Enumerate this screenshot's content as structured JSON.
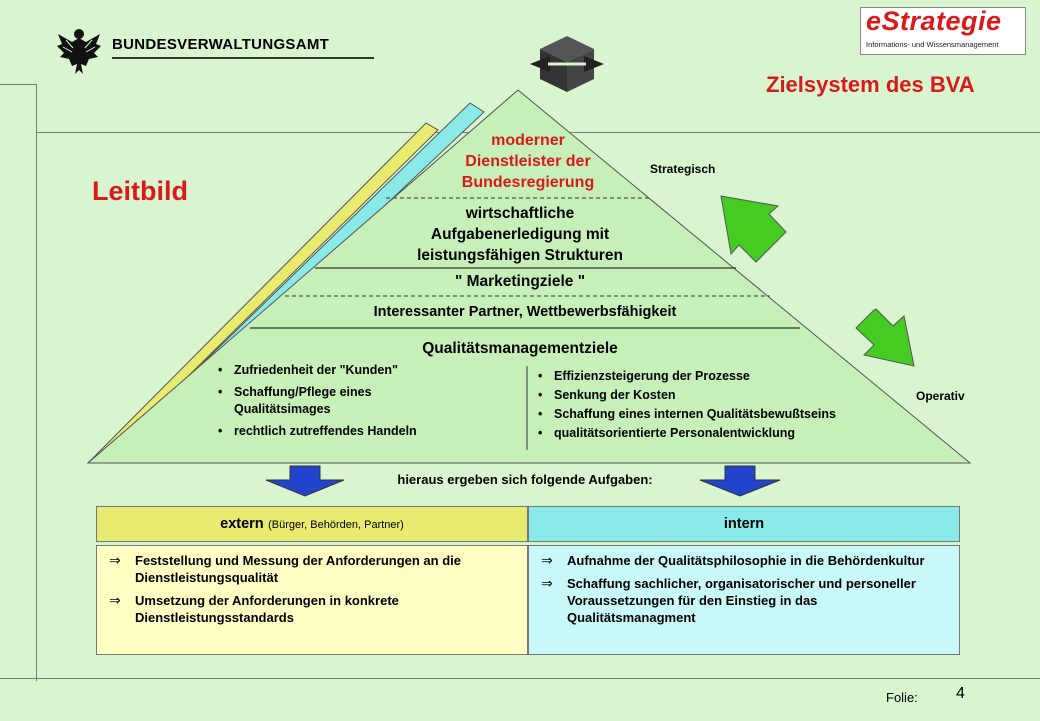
{
  "header": {
    "org": "BUNDESVERWALTUNGSAMT",
    "logo_main": "eStrategie",
    "logo_sub": "Informations- und Wissensmanagement",
    "title": "Zielsystem des BVA",
    "emblem_icon": "federal-eagle-icon",
    "center_logo_icon": "cube-arrow-logo-icon"
  },
  "leitbild": "Leitbild",
  "labels": {
    "strategic": "Strategisch",
    "operative": "Operativ"
  },
  "pyramid": {
    "apex": [
      "moderner",
      "Dienstleister der",
      "Bundesregierung"
    ],
    "level2": [
      "wirtschaftliche",
      "Aufgabenerledigung mit",
      "leistungsfähigen Strukturen"
    ],
    "marketing": "\" Marketingziele \"",
    "partner": "Interessanter Partner, Wettbewerbsfähigkeit",
    "quality_title": "Qualitätsmanagementziele",
    "left_items": [
      "Zufriedenheit der \"Kunden\"",
      "Schaffung/Pflege eines Qualitätsimages",
      "rechtlich zutreffendes Handeln"
    ],
    "right_items": [
      "Effizienzsteigerung der Prozesse",
      "Senkung der Kosten",
      "Schaffung eines internen Qualitätsbewußtseins",
      "qualitätsorientierte Personalentwicklung"
    ]
  },
  "tasks_caption": "hieraus ergeben sich folgende Aufgaben:",
  "extern": {
    "title": "extern",
    "subtitle": "(Bürger, Behörden, Partner)",
    "items": [
      "Feststellung und Messung der Anforderungen an die Dienstleistungsqualität",
      "Umsetzung der Anforderungen in konkrete Dienstleistungsstandards"
    ]
  },
  "intern": {
    "title": "intern",
    "items": [
      "Aufnahme der Qualitätsphilosophie in die Behördenkultur",
      "Schaffung sachlicher, organisatorischer und personeller Voraussetzungen für den Einstieg in das Qualitätsmanagment"
    ]
  },
  "footer": {
    "label": "Folie:",
    "number": "4"
  },
  "colors": {
    "background": "#d9f5d0",
    "accent_red": "#d81a1a",
    "arrow_green": "#44cc22",
    "arrow_blue": "#2244cc",
    "yellow": "#e9ea70",
    "cyan": "#8aeaea"
  }
}
